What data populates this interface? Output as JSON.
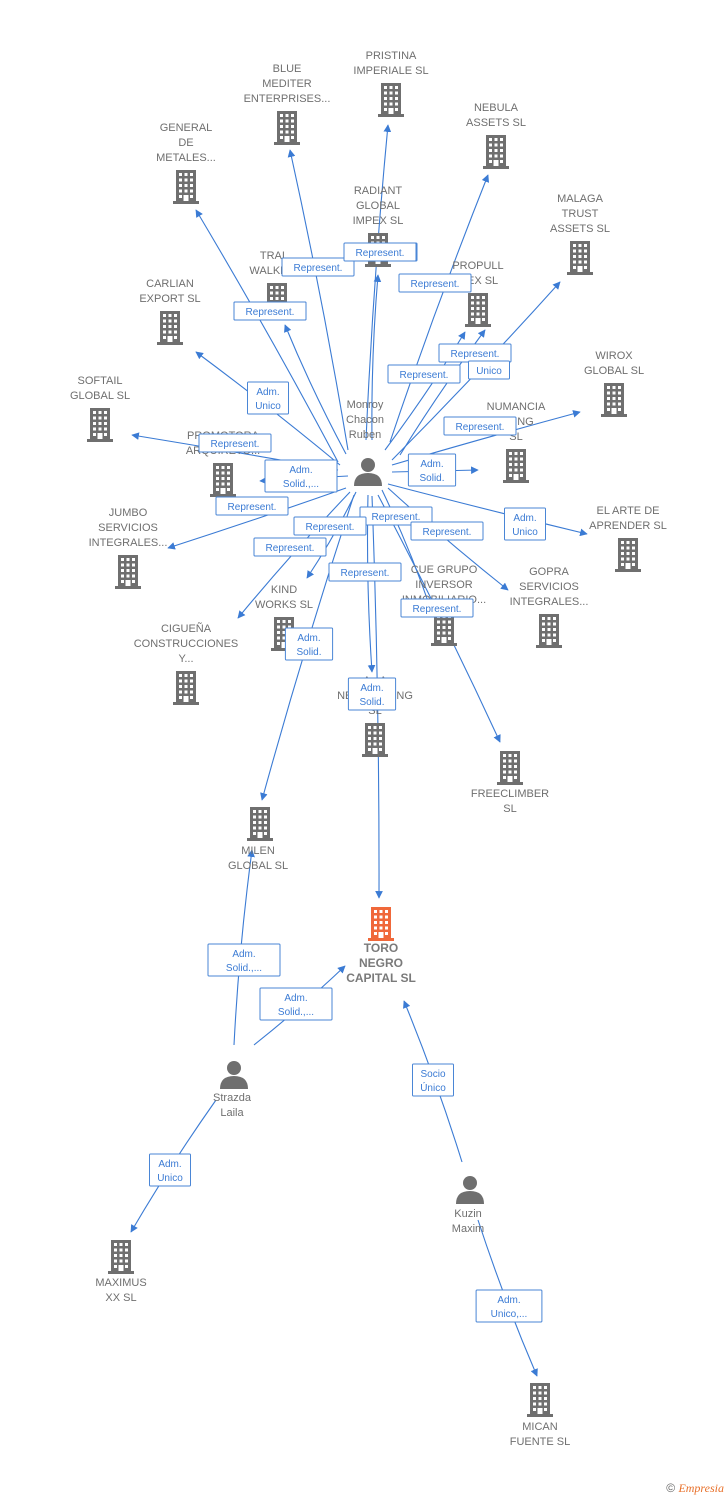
{
  "colors": {
    "edge": "#3b7bd4",
    "building": "#6f6f6f",
    "building_main": "#f0683a",
    "person": "#6f6f6f",
    "label": "#6f6f6f"
  },
  "copyright": {
    "symbol": "©",
    "brand": "Empresia"
  },
  "nodes": [
    {
      "id": "pristina",
      "type": "company",
      "lines": [
        "PRISTINA",
        "IMPERIALE  SL"
      ]
    },
    {
      "id": "blue",
      "type": "company",
      "lines": [
        "BLUE",
        "MEDITER",
        "ENTERPRISES..."
      ]
    },
    {
      "id": "nebula",
      "type": "company",
      "lines": [
        "NEBULA",
        "ASSETS  SL"
      ]
    },
    {
      "id": "general",
      "type": "company",
      "lines": [
        "GENERAL",
        "DE",
        "METALES..."
      ]
    },
    {
      "id": "radiant",
      "type": "company",
      "lines": [
        "RADIANT",
        "GLOBAL",
        "IMPEX  SL"
      ]
    },
    {
      "id": "malaga",
      "type": "company",
      "lines": [
        "MALAGA",
        "TRUST",
        "ASSETS  SL"
      ]
    },
    {
      "id": "trai",
      "type": "company",
      "lines": [
        "TRAI...",
        "WALKER..."
      ]
    },
    {
      "id": "propull",
      "type": "company",
      "lines": [
        "PROPULL",
        "...EX  SL"
      ]
    },
    {
      "id": "carlian",
      "type": "company",
      "lines": [
        "CARLIAN",
        "EXPORT SL"
      ]
    },
    {
      "id": "wirox",
      "type": "company",
      "lines": [
        "WIROX",
        "GLOBAL  SL"
      ]
    },
    {
      "id": "softail",
      "type": "company",
      "lines": [
        "SOFTAIL",
        "GLOBAL  SL"
      ]
    },
    {
      "id": "promotora",
      "type": "company",
      "lines": [
        "PROMOTORA",
        "ARQUIRETO..."
      ]
    },
    {
      "id": "numancia",
      "type": "company",
      "lines": [
        "NUMANCIA",
        "...TING",
        "SL"
      ]
    },
    {
      "id": "elarte",
      "type": "company",
      "lines": [
        "EL ARTE DE",
        "APRENDER  SL"
      ]
    },
    {
      "id": "jumbo",
      "type": "company",
      "lines": [
        "JUMBO",
        "SERVICIOS",
        "INTEGRALES..."
      ]
    },
    {
      "id": "kind",
      "type": "company",
      "lines": [
        "KIND",
        "WORKS  SL"
      ]
    },
    {
      "id": "cue",
      "type": "company",
      "lines": [
        "CUE GRUPO",
        "INVERSOR",
        "INMOBILIARIO..."
      ]
    },
    {
      "id": "gopra",
      "type": "company",
      "lines": [
        "GOPRA",
        "SERVICIOS",
        "INTEGRALES..."
      ]
    },
    {
      "id": "ciguena",
      "type": "company",
      "lines": [
        "CIGUEÑA",
        "CONSTRUCCIONES",
        "Y..."
      ]
    },
    {
      "id": "network",
      "type": "company",
      "lines": [
        "A...A",
        "NETWORKING",
        "SL"
      ]
    },
    {
      "id": "freeclimber",
      "type": "company",
      "lines": [
        "FREECLIMBER",
        "SL"
      ]
    },
    {
      "id": "milen",
      "type": "company",
      "lines": [
        "MILEN",
        "GLOBAL  SL"
      ]
    },
    {
      "id": "toro",
      "type": "main",
      "lines": [
        "TORO",
        "NEGRO",
        "CAPITAL  SL"
      ]
    },
    {
      "id": "maximus",
      "type": "company",
      "lines": [
        "MAXIMUS",
        "XX  SL"
      ]
    },
    {
      "id": "mican",
      "type": "company",
      "lines": [
        "MICAN",
        "FUENTE  SL"
      ]
    },
    {
      "id": "monroy",
      "type": "person",
      "lines": [
        "Monroy",
        "Chacon",
        "Ruben"
      ]
    },
    {
      "id": "strazda",
      "type": "person",
      "lines": [
        "Strazda",
        "Laila"
      ]
    },
    {
      "id": "kuzin",
      "type": "person",
      "lines": [
        "Kuzin",
        "Maxim"
      ]
    }
  ],
  "edges": [
    {
      "from": "monroy",
      "to": "pristina",
      "label": [
        "Represent."
      ]
    },
    {
      "from": "monroy",
      "to": "blue",
      "label": [
        "Represent."
      ]
    },
    {
      "from": "monroy",
      "to": "nebula",
      "label": [
        "Represent."
      ]
    },
    {
      "from": "monroy",
      "to": "general",
      "label": [
        "Represent."
      ]
    },
    {
      "from": "monroy",
      "to": "radiant",
      "label": [
        "Represent."
      ]
    },
    {
      "from": "monroy",
      "to": "malaga",
      "label": [
        "Represent."
      ]
    },
    {
      "from": "monroy",
      "to": "trai",
      "label": [
        "Represent."
      ]
    },
    {
      "from": "monroy",
      "to": "propull",
      "label": [
        "Represent."
      ]
    },
    {
      "from": "monroy",
      "to": "propull",
      "label": [
        "Unico"
      ]
    },
    {
      "from": "monroy",
      "to": "carlian",
      "label": [
        "Adm.",
        "Unico"
      ]
    },
    {
      "from": "monroy",
      "to": "wirox",
      "label": [
        "Represent."
      ]
    },
    {
      "from": "monroy",
      "to": "softail",
      "label": [
        "Represent."
      ]
    },
    {
      "from": "monroy",
      "to": "promotora",
      "label": [
        "Adm.",
        "Solid.,..."
      ]
    },
    {
      "from": "monroy",
      "to": "numancia",
      "label": [
        "Adm.",
        "Solid."
      ]
    },
    {
      "from": "monroy",
      "to": "elarte",
      "label": [
        "Adm.",
        "Unico"
      ]
    },
    {
      "from": "monroy",
      "to": "jumbo",
      "label": [
        "Represent."
      ]
    },
    {
      "from": "monroy",
      "to": "kind",
      "label": [
        "Represent."
      ]
    },
    {
      "from": "monroy",
      "to": "cue",
      "label": [
        "Represent."
      ]
    },
    {
      "from": "monroy",
      "to": "gopra",
      "label": [
        "Represent."
      ]
    },
    {
      "from": "monroy",
      "to": "ciguena",
      "label": [
        "Represent."
      ]
    },
    {
      "from": "monroy",
      "to": "network",
      "label": [
        "Represent."
      ]
    },
    {
      "from": "monroy",
      "to": "freeclimber",
      "label": [
        "Represent."
      ]
    },
    {
      "from": "monroy",
      "to": "milen",
      "label": [
        "Adm.",
        "Solid."
      ]
    },
    {
      "from": "monroy",
      "to": "toro",
      "label": [
        "Adm.",
        "Solid."
      ]
    },
    {
      "from": "strazda",
      "to": "milen",
      "label": [
        "Adm.",
        "Solid.,..."
      ]
    },
    {
      "from": "strazda",
      "to": "toro",
      "label": [
        "Adm.",
        "Solid.,..."
      ]
    },
    {
      "from": "strazda",
      "to": "maximus",
      "label": [
        "Adm.",
        "Unico"
      ]
    },
    {
      "from": "kuzin",
      "to": "toro",
      "label": [
        "Socio",
        "Único"
      ]
    },
    {
      "from": "kuzin",
      "to": "mican",
      "label": [
        "Adm.",
        "Unico,..."
      ]
    }
  ]
}
